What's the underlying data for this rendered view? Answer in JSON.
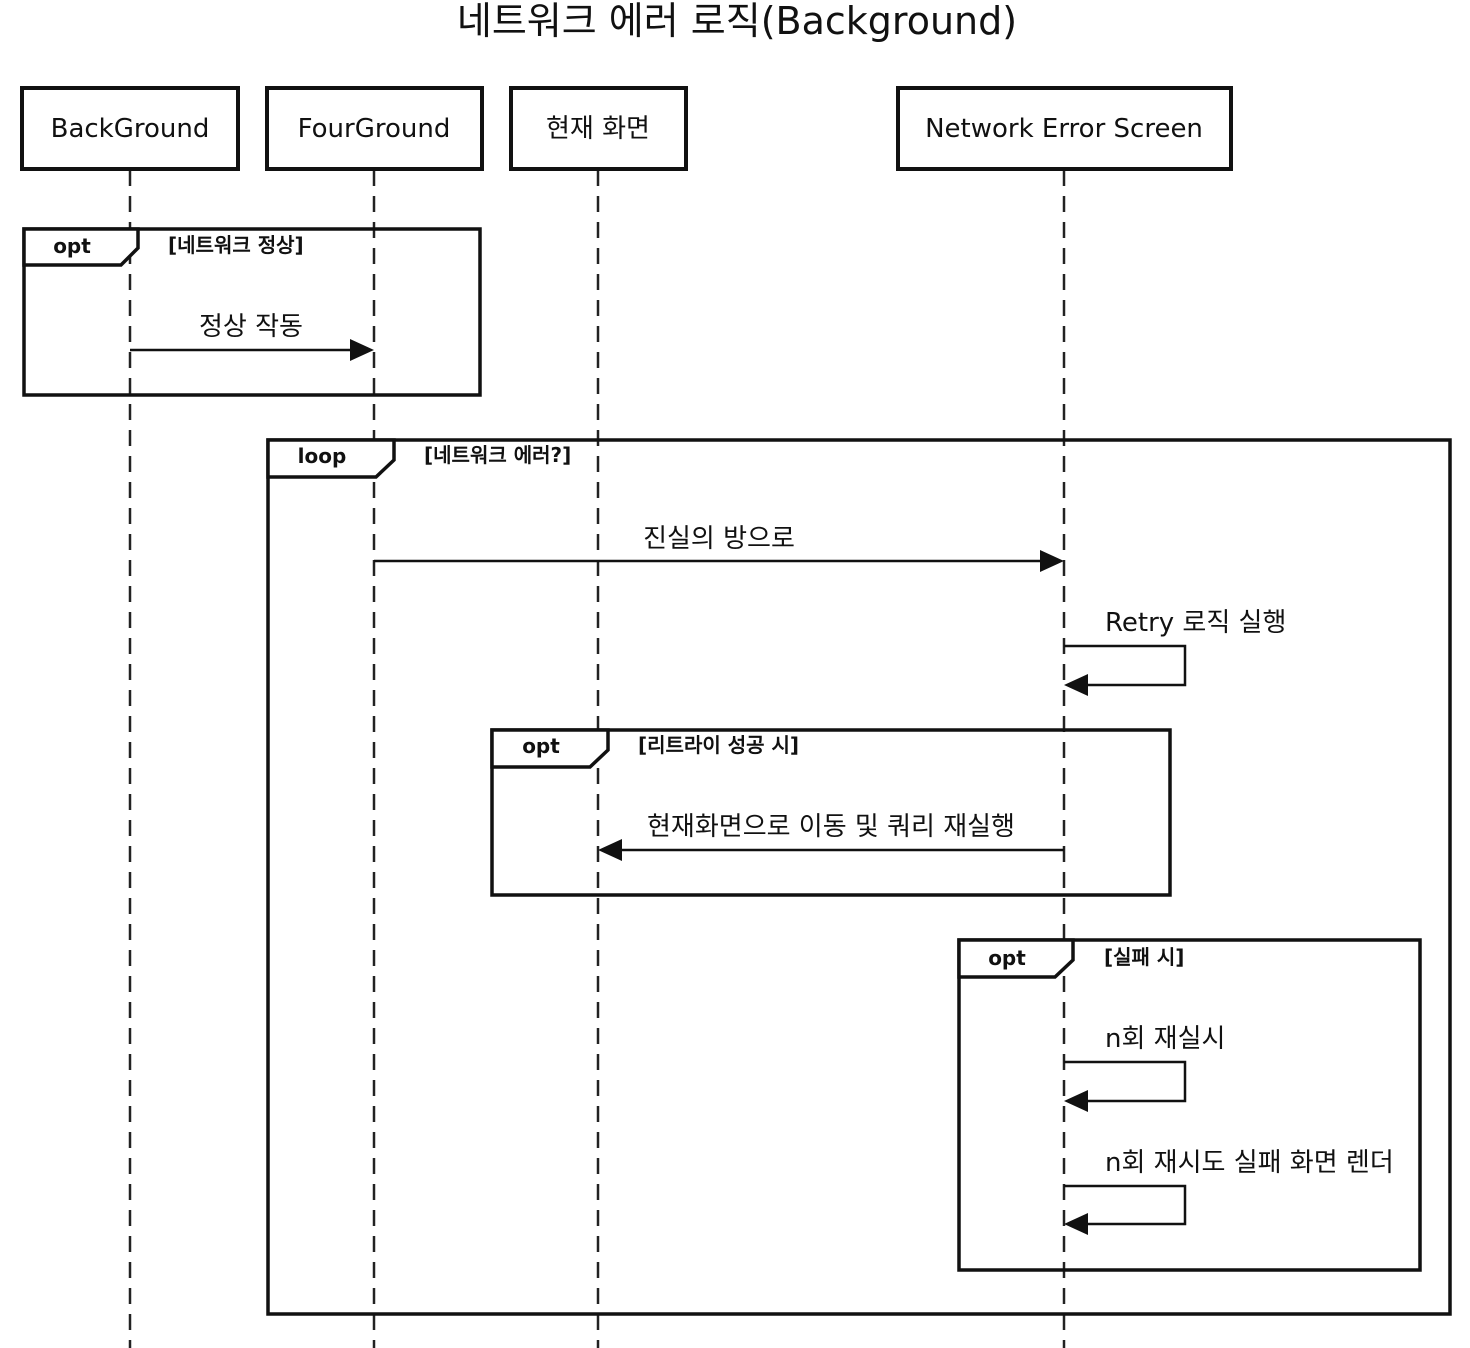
{
  "title": "네트워크 에러 로직(Background)",
  "actors": [
    {
      "label": "BackGround"
    },
    {
      "label": "FourGround"
    },
    {
      "label": "현재 화면"
    },
    {
      "label": "Network Error Screen"
    }
  ],
  "fragments": [
    {
      "kind": "opt",
      "guard": "[네트워크 정상]"
    },
    {
      "kind": "loop",
      "guard": "[네트워크 에러?]"
    },
    {
      "kind": "opt",
      "guard": "[리트라이 성공 시]"
    },
    {
      "kind": "opt",
      "guard": "[실패 시]"
    }
  ],
  "messages": [
    {
      "from": 0,
      "to": 1,
      "label": "정상 작동"
    },
    {
      "from": 1,
      "to": 3,
      "label": "진실의 방으로"
    },
    {
      "from": 3,
      "to": 3,
      "label": "Retry 로직 실행"
    },
    {
      "from": 3,
      "to": 2,
      "label": "현재화면으로 이동 및 쿼리 재실행"
    },
    {
      "from": 3,
      "to": 3,
      "label": "n회 재실시"
    },
    {
      "from": 3,
      "to": 3,
      "label": "n회 재시도 실패 화면 렌더"
    }
  ]
}
